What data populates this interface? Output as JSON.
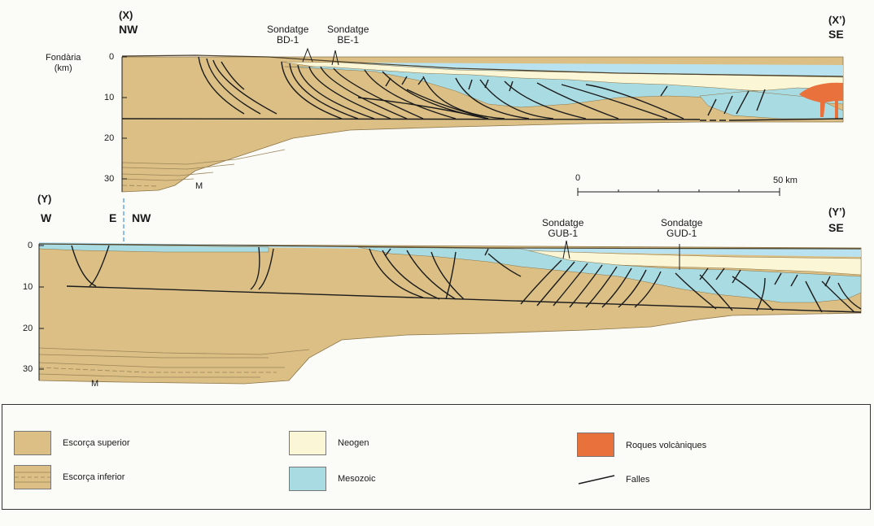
{
  "colors": {
    "upper_crust": "#dbbf85",
    "lower_crust_line": "#9a8458",
    "neogen": "#fbf6d6",
    "mesozoic": "#a9dbe2",
    "volcanic": "#e8713c",
    "water": "#b8e2ef",
    "fault": "#1c1c1c",
    "divider": "#3a9ad9"
  },
  "section_x": {
    "left_letter": "(X)",
    "left_dir": "NW",
    "right_letter": "(X’)",
    "right_dir": "SE",
    "depth_title": "Fondària\n(km)",
    "depth_ticks": [
      "0",
      "10",
      "20",
      "30"
    ],
    "moho": "M",
    "wells": [
      {
        "name": "Sondatge\nBD-1"
      },
      {
        "name": "Sondatge\nBE-1"
      }
    ]
  },
  "section_y": {
    "left_letter": "(Y)",
    "left_dir": "W",
    "mid_dir_e": "E",
    "mid_dir_nw": "NW",
    "right_letter": "(Y’)",
    "right_dir": "SE",
    "depth_ticks": [
      "0",
      "10",
      "20",
      "30"
    ],
    "moho": "M",
    "wells": [
      {
        "name": "Sondatge\nGUB-1"
      },
      {
        "name": "Sondatge\nGUD-1"
      }
    ]
  },
  "scale": {
    "start_label": "0",
    "end_label": "50 km"
  },
  "legend": {
    "items": [
      {
        "label": "Escorça superior",
        "icon": "upper-crust-swatch"
      },
      {
        "label": "Escorça inferior",
        "icon": "lower-crust-swatch"
      },
      {
        "label": "Neogen",
        "icon": "neogen-swatch"
      },
      {
        "label": "Mesozoic",
        "icon": "mesozoic-swatch"
      },
      {
        "label": "Roques volcàniques",
        "icon": "volcanic-swatch"
      },
      {
        "label": "Falles",
        "icon": "fault-line-icon"
      }
    ]
  }
}
